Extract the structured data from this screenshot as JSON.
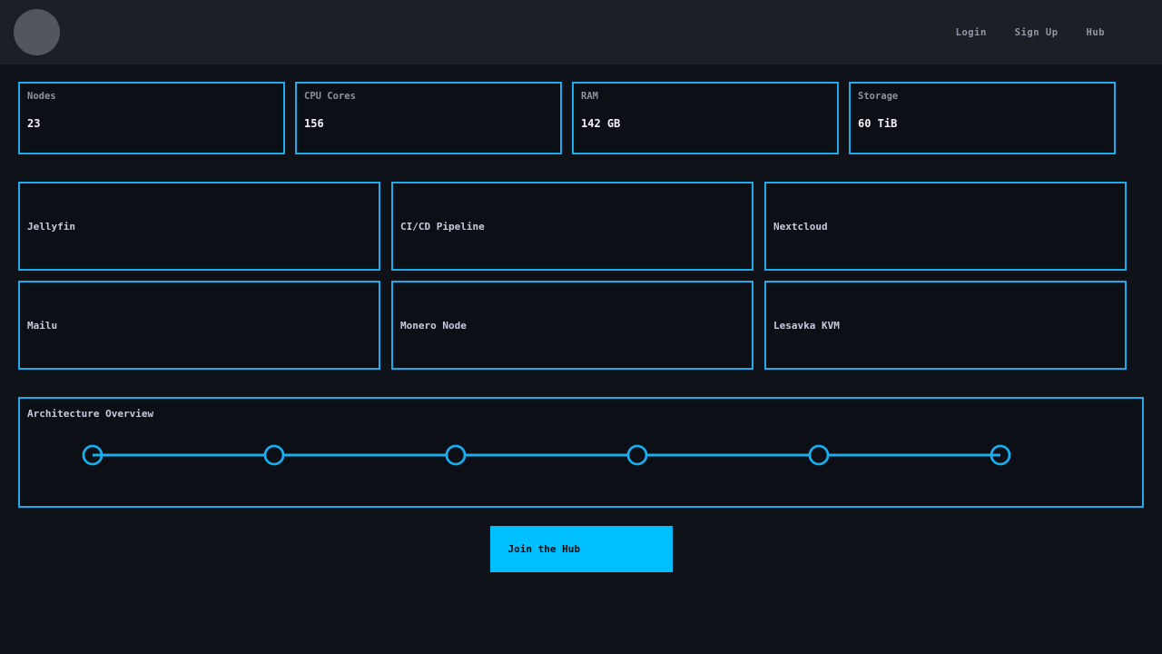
{
  "nav": {
    "links": [
      {
        "label": "Login"
      },
      {
        "label": "Sign Up"
      },
      {
        "label": "Hub"
      }
    ]
  },
  "stats": [
    {
      "label": "Nodes",
      "value": "23"
    },
    {
      "label": "CPU Cores",
      "value": "156"
    },
    {
      "label": "RAM",
      "value": "142 GB"
    },
    {
      "label": "Storage",
      "value": "60 TiB"
    }
  ],
  "services": [
    "Jellyfin",
    "CI/CD Pipeline",
    "Nextcloud",
    "Mailu",
    "Monero Node",
    "Lesavka KVM"
  ],
  "architecture": {
    "title": "Architecture Overview",
    "node_count": 6
  },
  "cta": {
    "label": "Join the Hub"
  },
  "colors": {
    "background": "#10121a",
    "navbar": "#1d1f27",
    "card_background": "#0d0f16",
    "accent": "#1aaceb",
    "button": "#00bfff",
    "label_text": "#8d92a0",
    "value_text": "#f2f3f7"
  }
}
